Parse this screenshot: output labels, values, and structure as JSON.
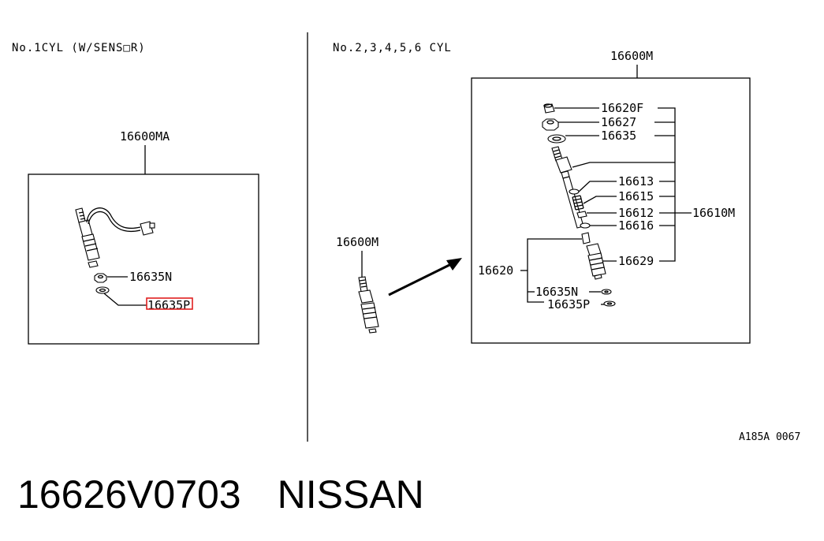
{
  "left_panel": {
    "header": "No.1CYL (W/SENS□R)",
    "assembly_label": "16600MA",
    "labels": {
      "nut": "16635N",
      "washer": "16635P"
    },
    "highlight_color": "#e02020"
  },
  "right_panel": {
    "header": "No.2,3,4,5,6 CYL",
    "outer_label": "16600M",
    "assembly_label": "16600M",
    "group_label": "16620",
    "sub_assembly_label": "16610M",
    "parts": [
      "16620F",
      "16627",
      "16635",
      "16613",
      "16615",
      "16612",
      "16616",
      "16629",
      "16635N",
      "16635P"
    ]
  },
  "figure_code": "A185A 0067",
  "caption": {
    "part_number": "16626V0703",
    "brand": "NISSAN"
  }
}
